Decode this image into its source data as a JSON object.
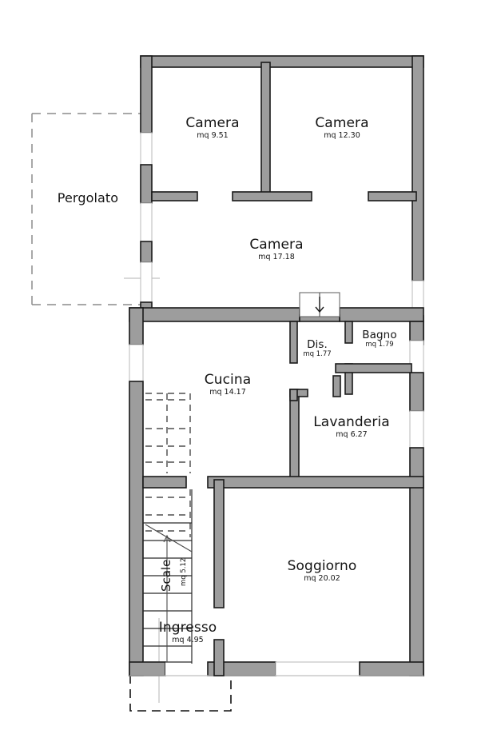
{
  "document": {
    "type": "floor-plan",
    "language": "it",
    "unit_label": "mq"
  },
  "rooms": [
    {
      "id": "camera_1",
      "name": "Camera",
      "area": "mq 9.51",
      "area_value": 9.51
    },
    {
      "id": "camera_2",
      "name": "Camera",
      "area": "mq 12.30",
      "area_value": 12.3
    },
    {
      "id": "camera_3",
      "name": "Camera",
      "area": "mq 17.18",
      "area_value": 17.18
    },
    {
      "id": "pergolato",
      "name": "Pergolato",
      "area": "",
      "area_value": null
    },
    {
      "id": "disimpegno",
      "name": "Dis.",
      "area": "mq 1.77",
      "area_value": 1.77
    },
    {
      "id": "bagno",
      "name": "Bagno",
      "area": "mq 1.79",
      "area_value": 1.79
    },
    {
      "id": "cucina",
      "name": "Cucina",
      "area": "mq 14.17",
      "area_value": 14.17
    },
    {
      "id": "lavanderia",
      "name": "Lavanderia",
      "area": "mq 6.27",
      "area_value": 6.27
    },
    {
      "id": "scale",
      "name": "Scale",
      "area": "mq 5.12",
      "area_value": 5.12
    },
    {
      "id": "soggiorno",
      "name": "Soggiorno",
      "area": "mq 20.02",
      "area_value": 20.02
    },
    {
      "id": "ingresso",
      "name": "Ingresso",
      "area": "mq 4.95",
      "area_value": 4.95
    }
  ],
  "symbols": {
    "stair_down_arrow": "down-arrow-icon",
    "pergola_outline": "dashed-outline",
    "porch_outline": "dashed-outline"
  },
  "colors": {
    "wall_fill": "#9d9d9d",
    "wall_stroke": "#1a1a1a",
    "background": "#ffffff",
    "dashed_gray": "#8c8c8c",
    "dashed_black": "#111111",
    "text": "#141414",
    "thin_line": "#bdbdbd"
  }
}
